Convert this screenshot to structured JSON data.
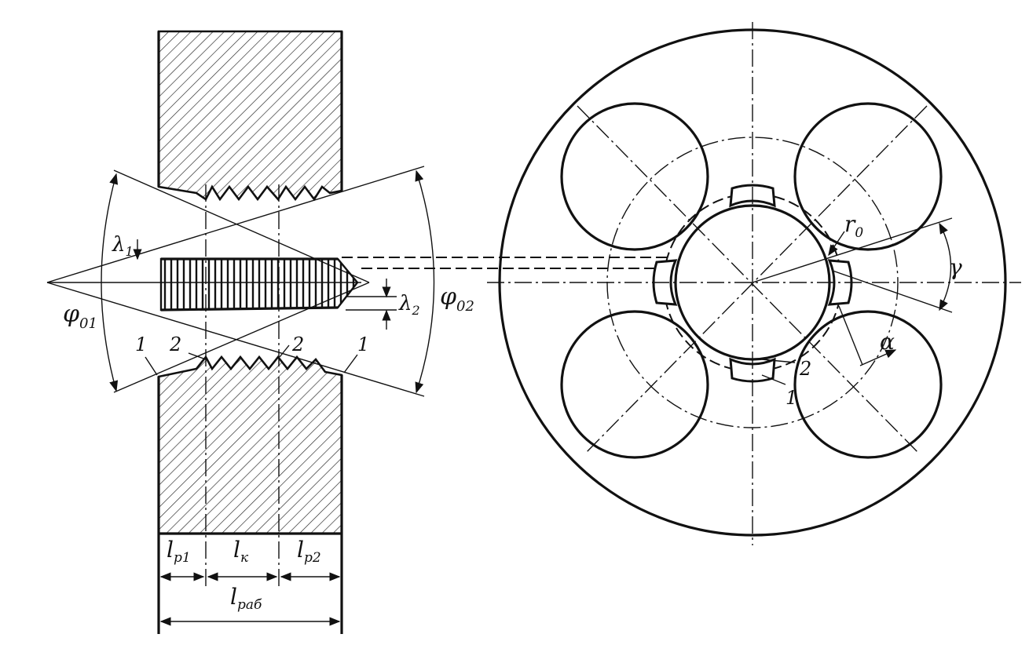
{
  "side_view": {
    "labels": {
      "lambda1": "λ",
      "lambda1_sub": "1",
      "lambda2": "λ",
      "lambda2_sub": "2",
      "phi01": "φ",
      "phi01_sub": "01",
      "phi02": "φ",
      "phi02_sub": "02",
      "mark1_left": "1",
      "mark2_left": "2",
      "mark2_right": "2",
      "mark1_right": "1"
    },
    "dimensions": {
      "lp1": "l",
      "lp1_sub": "p1",
      "lk": "l",
      "lk_sub": "к",
      "lp2": "l",
      "lp2_sub": "p2",
      "lrab": "l",
      "lrab_sub": "раб"
    }
  },
  "front_view": {
    "labels": {
      "r0": "r",
      "r0_sub": "0",
      "gamma": "γ",
      "alpha": "α",
      "mark2": "2",
      "mark1": "1"
    }
  }
}
